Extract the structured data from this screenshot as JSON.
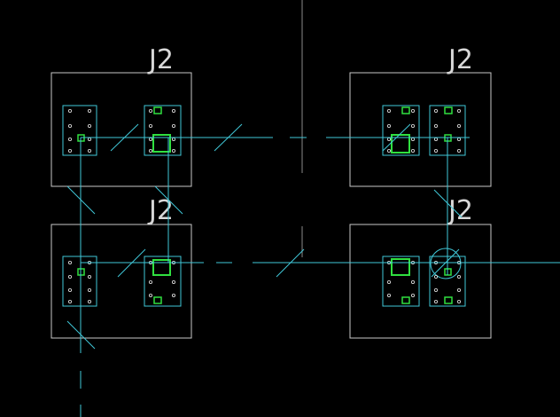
{
  "drawing": {
    "background": "#000000",
    "colors": {
      "outline": "#c8c8c8",
      "cyan": "#40c8d8",
      "green": "#30e040",
      "white": "#e8e8e8",
      "line_gray": "#8a8a8a"
    },
    "labels": [
      "J2",
      "J2",
      "J2",
      "J2"
    ]
  }
}
